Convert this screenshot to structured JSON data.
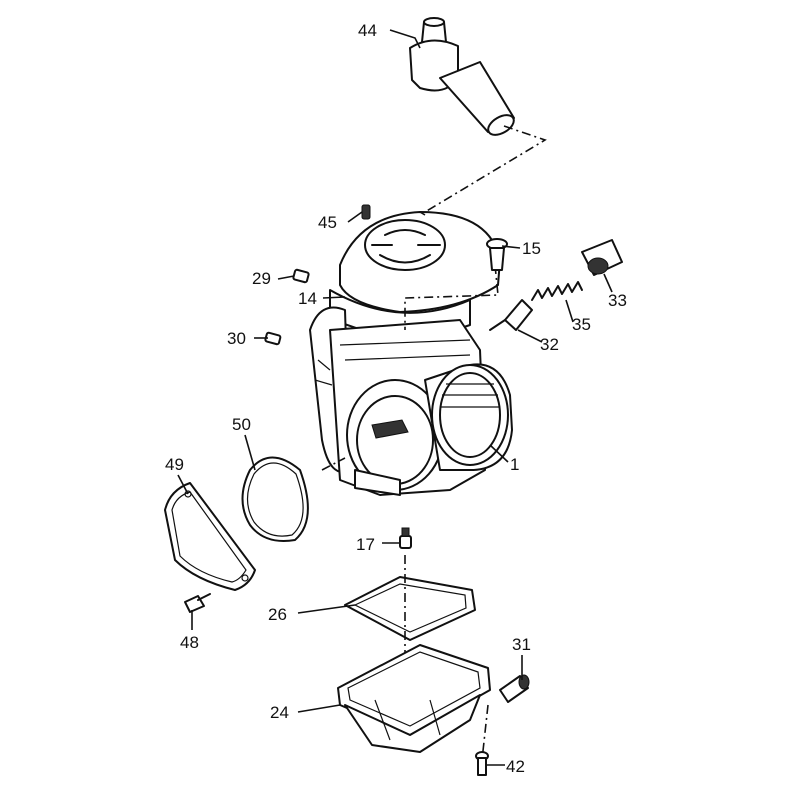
{
  "diagram": {
    "title": "Carburetor exploded parts view",
    "parts": [
      {
        "id": "44"
      },
      {
        "id": "45"
      },
      {
        "id": "15"
      },
      {
        "id": "29"
      },
      {
        "id": "14"
      },
      {
        "id": "33"
      },
      {
        "id": "35"
      },
      {
        "id": "32"
      },
      {
        "id": "30"
      },
      {
        "id": "1"
      },
      {
        "id": "50"
      },
      {
        "id": "49"
      },
      {
        "id": "17"
      },
      {
        "id": "26"
      },
      {
        "id": "31"
      },
      {
        "id": "48"
      },
      {
        "id": "24"
      },
      {
        "id": "42"
      }
    ]
  }
}
